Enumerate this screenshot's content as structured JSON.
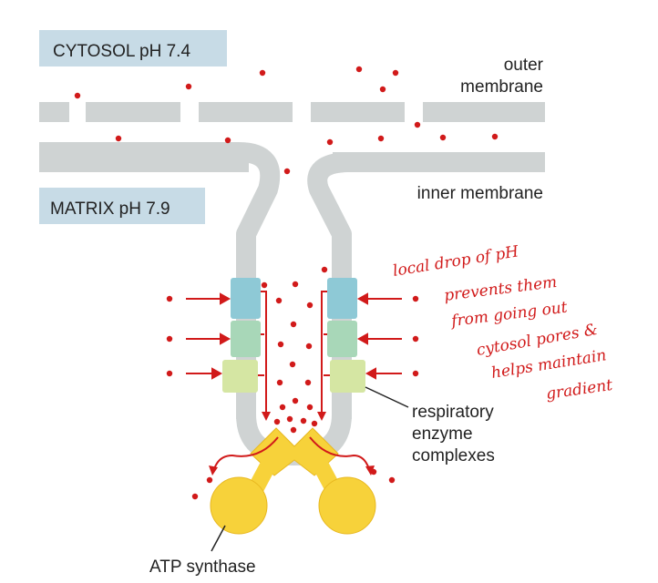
{
  "labels": {
    "cytosol": "CYTOSOL pH 7.4",
    "matrix": "MATRIX pH 7.9",
    "outer_membrane_1": "outer",
    "outer_membrane_2": "membrane",
    "inner_membrane": "inner membrane",
    "complexes_1": "respiratory",
    "complexes_2": "enzyme",
    "complexes_3": "complexes",
    "atp_synthase": "ATP synthase"
  },
  "handwritten_note": [
    "local drop of pH",
    "prevents them",
    "from going out",
    "cytosol pores &",
    "helps maintain",
    "gradient"
  ],
  "colors": {
    "membrane": "#cfd3d3",
    "label_box": "#c7dbe6",
    "proton": "#d11a1a",
    "complex_blue": "#8ec9d6",
    "complex_green": "#a8d7b8",
    "complex_lime": "#d5e6a3",
    "atp_synthase": "#f7d23a",
    "annotation_ink": "#d11a1a"
  }
}
